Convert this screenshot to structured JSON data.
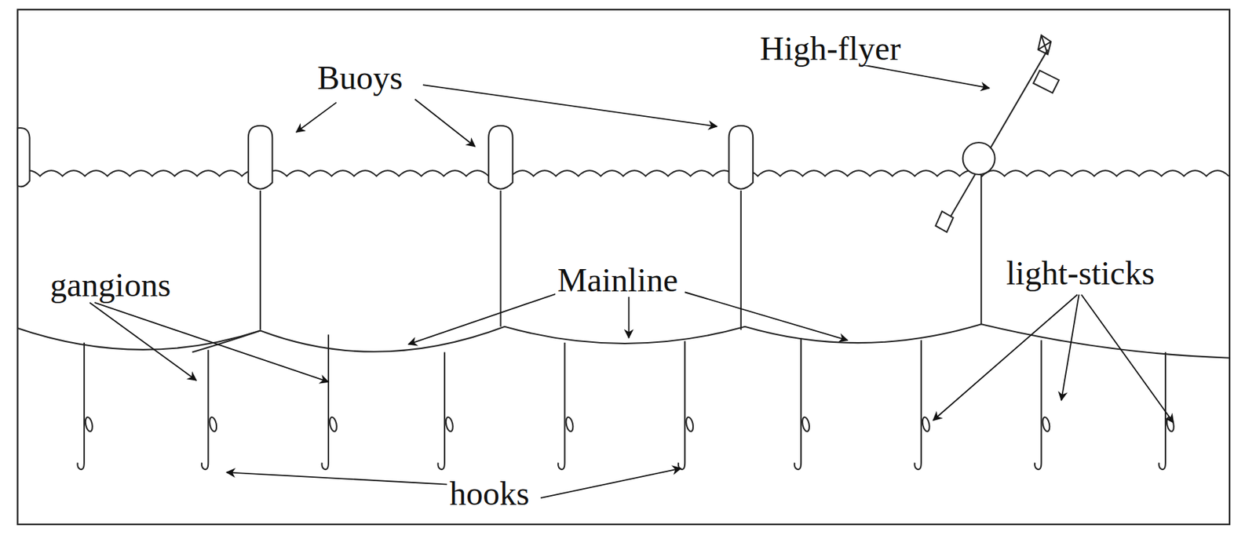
{
  "diagram": {
    "labels": [
      "Buoys",
      "High-flyer",
      "gangions",
      "Mainline",
      "light-sticks",
      "hooks"
    ]
  }
}
